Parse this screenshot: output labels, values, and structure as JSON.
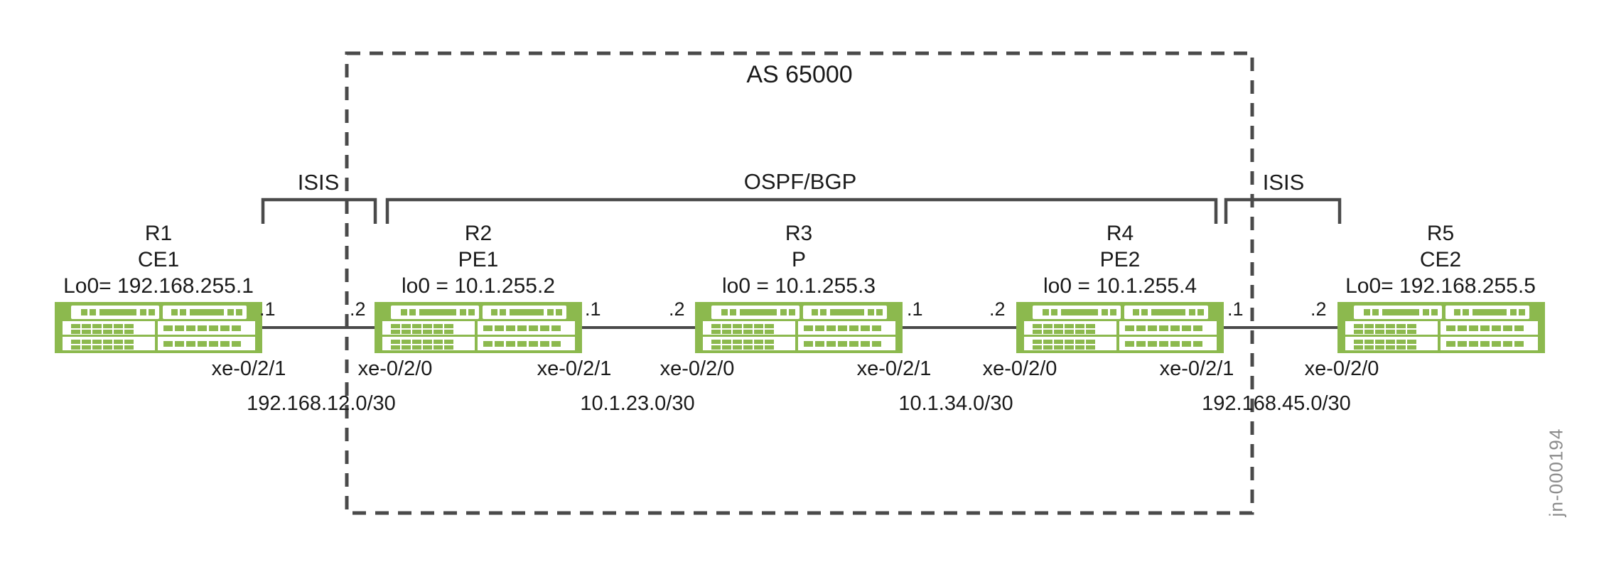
{
  "as_box": {
    "label": "AS 65000"
  },
  "protocols": {
    "left": "ISIS",
    "middle": "OSPF/BGP",
    "right": "ISIS"
  },
  "routers": [
    {
      "name": "R1",
      "role": "CE1",
      "loopback": "Lo0= 192.168.255.1"
    },
    {
      "name": "R2",
      "role": "PE1",
      "loopback": "lo0 = 10.1.255.2"
    },
    {
      "name": "R3",
      "role": "P",
      "loopback": "lo0 = 10.1.255.3"
    },
    {
      "name": "R4",
      "role": "PE2",
      "loopback": "lo0 = 10.1.255.4"
    },
    {
      "name": "R5",
      "role": "CE2",
      "loopback": "Lo0= 192.168.255.5"
    }
  ],
  "links": [
    {
      "left_ip": ".1",
      "right_ip": ".2",
      "left_if": "xe-0/2/1",
      "right_if": "xe-0/2/0",
      "subnet": "192.168.12.0/30"
    },
    {
      "left_ip": ".1",
      "right_ip": ".2",
      "left_if": "xe-0/2/1",
      "right_if": "xe-0/2/0",
      "subnet": "10.1.23.0/30"
    },
    {
      "left_ip": ".1",
      "right_ip": ".2",
      "left_if": "xe-0/2/1",
      "right_if": "xe-0/2/0",
      "subnet": "10.1.34.0/30"
    },
    {
      "left_ip": ".1",
      "right_ip": ".2",
      "left_if": "xe-0/2/1",
      "right_if": "xe-0/2/0",
      "subnet": "192.168.45.0/30"
    }
  ],
  "watermark": "jn-000194",
  "colors": {
    "router_green": "#8CB94E",
    "line_gray": "#4A4A4A",
    "text": "#1A1A1A",
    "watermark_gray": "#8C8C8C"
  }
}
